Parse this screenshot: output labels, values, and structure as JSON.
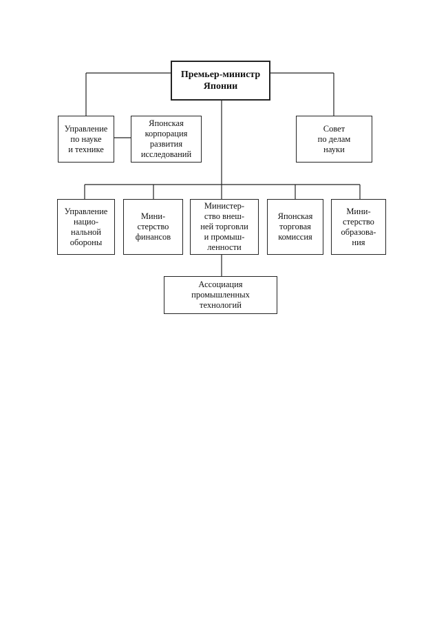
{
  "nodes": {
    "root": "Премьер-министр\nЯпонии",
    "science_agency": "Управление\nпо науке\nи технике",
    "research_corp": "Японская\nкорпорация\nразвития\nисследований",
    "science_council": "Совет\nпо делам\nнауки",
    "defense_agency": "Управление\nнацио-\nнальной\nобороны",
    "finance_ministry": "Мини-\nстерство\nфинансов",
    "trade_ministry": "Министер-\nство внеш-\nней торговли\nи промыш-\nленности",
    "trade_commission": "Японская\nторговая\nкомиссия",
    "education_ministry": "Мини-\nстерство\nобразова-\nния",
    "tech_association": "Ассоциация\nпромышленных\nтехнологий"
  },
  "colors": {
    "line": "#222222",
    "box_border": "#222222",
    "background": "#ffffff"
  }
}
